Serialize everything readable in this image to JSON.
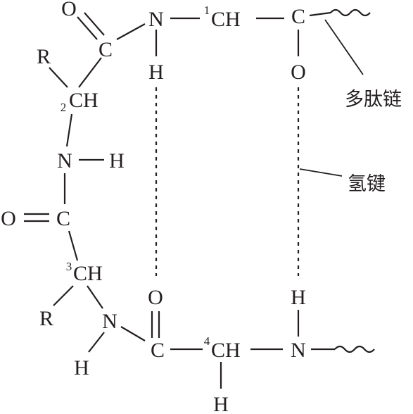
{
  "diagram": {
    "atoms": {
      "o_top": "O",
      "c_top": "C",
      "n_top": "N",
      "h_top": "H",
      "ch1": "CH",
      "c_right": "C",
      "o_right": "O",
      "r_upper": "R",
      "ch2": "CH",
      "n_mid": "N",
      "h_mid": "H",
      "o_left": "O",
      "c_left": "C",
      "ch3": "CH",
      "r_lower": "R",
      "n_lower": "N",
      "h_lower": "H",
      "o_bottom": "O",
      "c_bottom": "C",
      "ch4": "CH",
      "h_ch4": "H",
      "h_right": "H",
      "n_right": "N"
    },
    "superscripts": {
      "ch1": "1",
      "ch2": "2",
      "ch3": "3",
      "ch4": "4"
    },
    "labels": {
      "polypeptide_chain": "多肽链",
      "hydrogen_bond": "氢键"
    },
    "colors": {
      "ink": "#231f20",
      "background": "#ffffff"
    }
  }
}
